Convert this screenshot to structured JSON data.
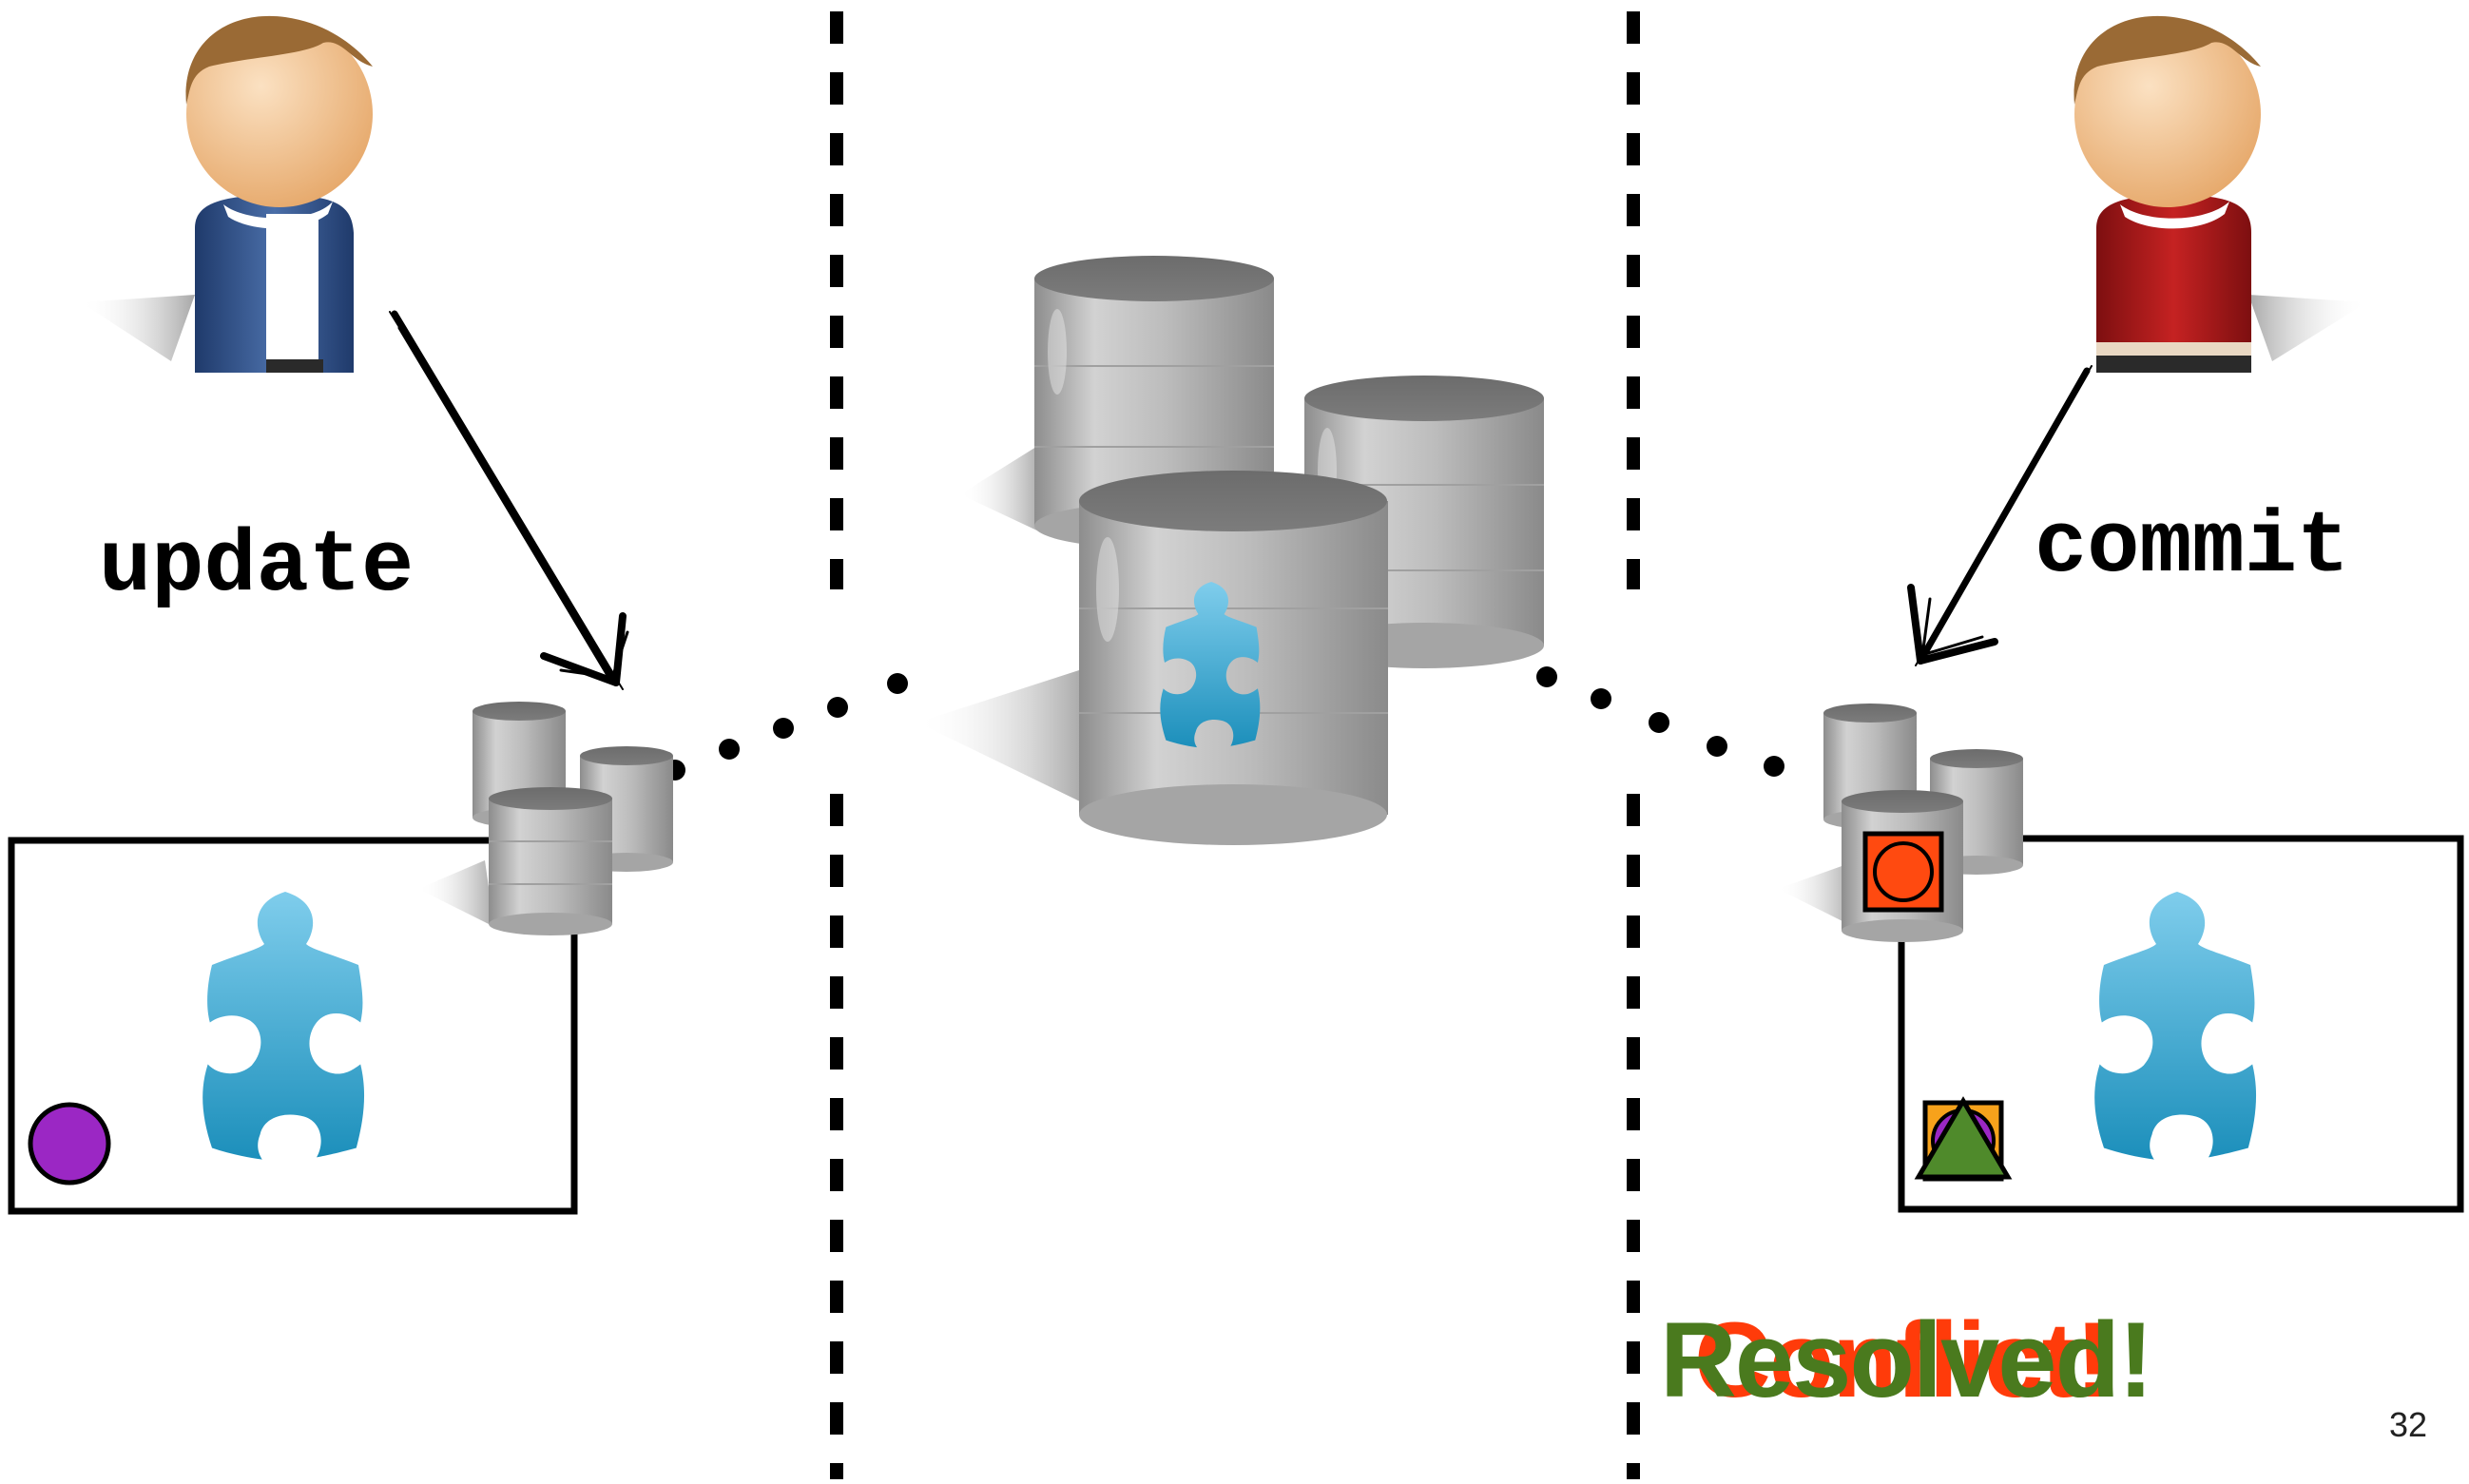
{
  "labels": {
    "left_command": "update",
    "right_command": "commit"
  },
  "status": {
    "conflict_text": "Conflict!",
    "resolved_text": "Resolved!",
    "conflict_color": "#ff3b0a",
    "resolved_color": "#4a7a1e"
  },
  "slide_number": "32",
  "colors": {
    "left_user_shirt": "#2f4f86",
    "right_user_shirt": "#a8191a",
    "puzzle": "#3aa7d6",
    "purple_marker": "#9b27c4",
    "orange_square": "#ff4a10",
    "amber_square": "#f7a21b",
    "green_triangle": "#4f8a2b"
  },
  "icons": {
    "user": "person-icon",
    "repository": "database-icon",
    "module": "puzzle-icon"
  }
}
